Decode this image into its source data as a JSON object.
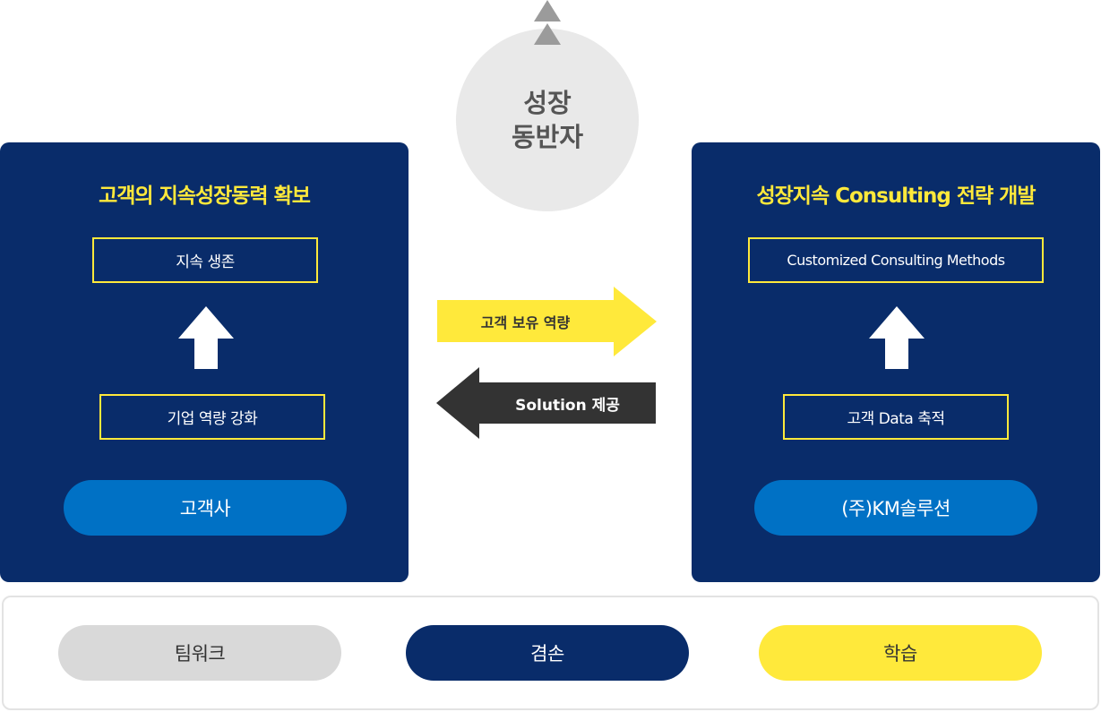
{
  "center": {
    "line1": "성장",
    "line2": "동반자"
  },
  "left": {
    "title": "고객의 지속성장동력 확보",
    "top_box": "지속 생존",
    "bottom_box": "기업 역량 강화",
    "pill": "고객사"
  },
  "right": {
    "title": "성장지속 Consulting 전략 개발",
    "top_box": "Customized Consulting Methods",
    "bottom_box": "고객 Data 축적",
    "pill": "(주)KM솔루션"
  },
  "arrows": {
    "to_right": "고객 보유 역량",
    "to_left": "Solution 제공"
  },
  "values": [
    "팀워크",
    "겸손",
    "학습"
  ],
  "colors": {
    "navy": "#092c6a",
    "yellow": "#ffe93b",
    "blue": "#0071c5",
    "dark": "#333333",
    "gray": "#d9d9d9"
  }
}
